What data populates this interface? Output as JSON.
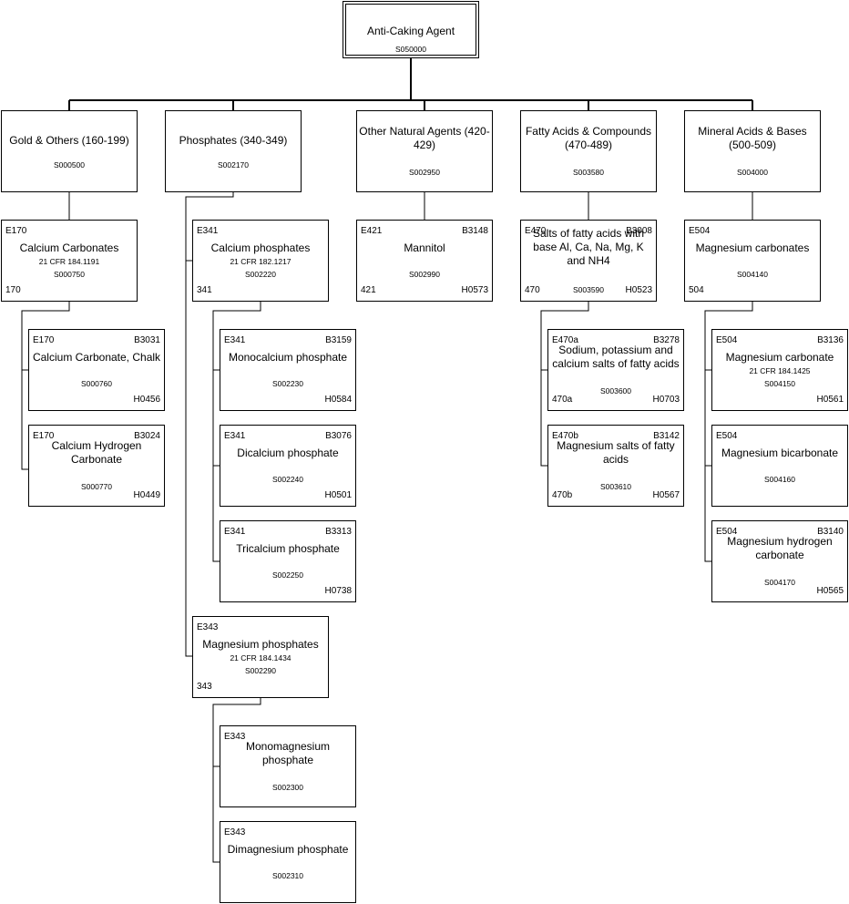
{
  "root": {
    "title": "Anti-Caking Agent",
    "code": "S050000"
  },
  "categories": [
    {
      "title": "Gold & Others (160-199)",
      "code": "S000500"
    },
    {
      "title": "Phosphates (340-349)",
      "code": "S002170"
    },
    {
      "title": "Other Natural Agents (420-429)",
      "code": "S002950"
    },
    {
      "title": "Fatty Acids & Compounds (470-489)",
      "code": "S003580"
    },
    {
      "title": "Mineral Acids & Bases (500-509)",
      "code": "S004000"
    }
  ],
  "groups": [
    {
      "e": "E170",
      "title": "Calcium Carbonates",
      "cfr": "21 CFR 184.1191",
      "code": "S000750",
      "num": "170"
    },
    {
      "e": "E341",
      "title": "Calcium phosphates",
      "cfr": "21 CFR 182.1217",
      "code": "S002220",
      "num": "341"
    },
    {
      "e": "E421",
      "b": "B3148",
      "title": "Mannitol",
      "code": "S002990",
      "num": "421",
      "h": "H0573"
    },
    {
      "e": "E470",
      "b": "B3008",
      "title": "Salts of fatty acids with base Al, Ca, Na, Mg, K and NH4",
      "code": "S003590",
      "num": "470",
      "h": "H0523"
    },
    {
      "e": "E504",
      "title": "Magnesium carbonates",
      "code": "S004140",
      "num": "504"
    },
    {
      "e": "E343",
      "title": "Magnesium phosphates",
      "cfr": "21 CFR 184.1434",
      "code": "S002290",
      "num": "343"
    }
  ],
  "items": [
    {
      "e": "E170",
      "b": "B3031",
      "title": "Calcium Carbonate, Chalk",
      "code": "S000760",
      "h": "H0456"
    },
    {
      "e": "E170",
      "b": "B3024",
      "title": "Calcium Hydrogen Carbonate",
      "code": "S000770",
      "h": "H0449"
    },
    {
      "e": "E341",
      "b": "B3159",
      "title": "Monocalcium phosphate",
      "code": "S002230",
      "h": "H0584"
    },
    {
      "e": "E341",
      "b": "B3076",
      "title": "Dicalcium phosphate",
      "code": "S002240",
      "h": "H0501"
    },
    {
      "e": "E341",
      "b": "B3313",
      "title": "Tricalcium phosphate",
      "code": "S002250",
      "h": "H0738"
    },
    {
      "e": "E343",
      "title": "Monomagnesium phosphate",
      "code": "S002300"
    },
    {
      "e": "E343",
      "title": "Dimagnesium phosphate",
      "code": "S002310"
    },
    {
      "e": "E470a",
      "b": "B3278",
      "title": "Sodium, potassium and calcium salts of fatty acids",
      "code": "S003600",
      "num": "470a",
      "h": "H0703"
    },
    {
      "e": "E470b",
      "b": "B3142",
      "title": "Magnesium salts of fatty acids",
      "code": "S003610",
      "num": "470b",
      "h": "H0567"
    },
    {
      "e": "E504",
      "b": "B3136",
      "title": "Magnesium carbonate",
      "cfr": "21 CFR 184.1425",
      "code": "S004150",
      "h": "H0561"
    },
    {
      "e": "E504",
      "title": "Magnesium bicarbonate",
      "code": "S004160"
    },
    {
      "e": "E504",
      "b": "B3140",
      "title": "Magnesium hydrogen carbonate",
      "code": "S004170",
      "h": "H0565"
    }
  ]
}
